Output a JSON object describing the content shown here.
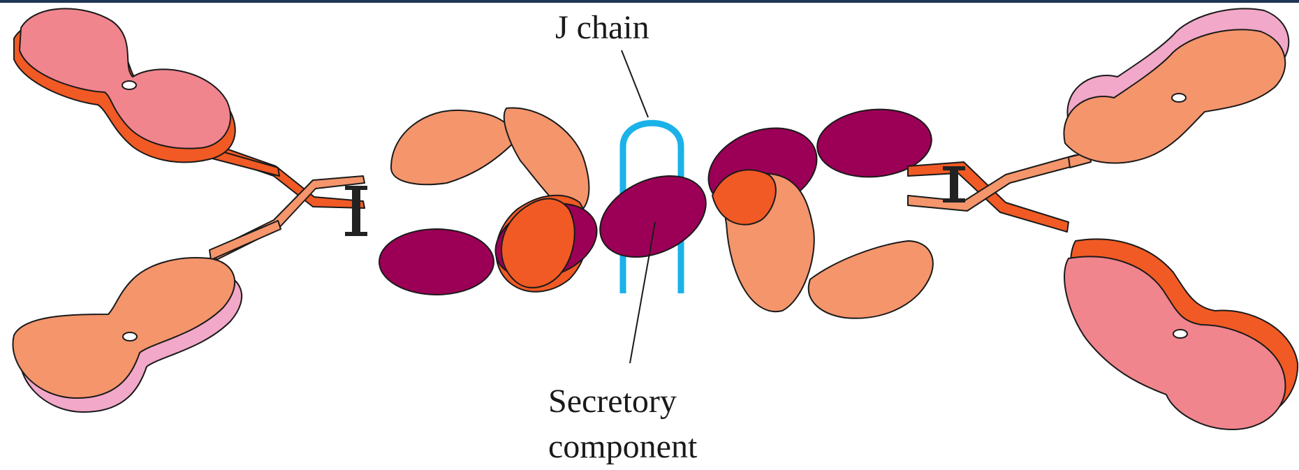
{
  "labels": {
    "j_chain": "J chain",
    "secretory_line1": "Secretory",
    "secretory_line2": "component"
  },
  "colors": {
    "heavy_chain": "#f15a24",
    "light_chain_pink": "#f0858e",
    "light_chain_salmon": "#f4956c",
    "light_chain_light_pink": "#f2a8c8",
    "secretory_component": "#9b0056",
    "j_chain": "#1ab2e8",
    "disulfide_bond": "#222222",
    "top_border": "#1f3552"
  }
}
